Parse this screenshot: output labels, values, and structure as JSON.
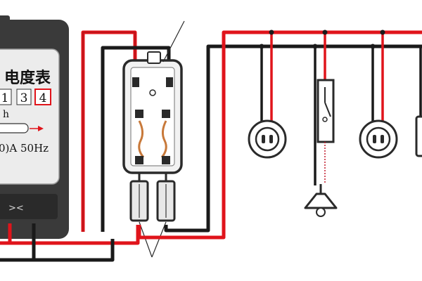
{
  "meter": {
    "title": "电度表",
    "digits": [
      "1",
      "3",
      "4"
    ],
    "unit": "h",
    "rating": "0)A 50Hz",
    "mark": "><"
  },
  "colors": {
    "live_wire": "#e0141b",
    "neutral_wire": "#1a1a1a",
    "fuse_element": "#c8793a",
    "panel_fill": "#f2f2f2",
    "switch_cord": "#c0182a"
  }
}
